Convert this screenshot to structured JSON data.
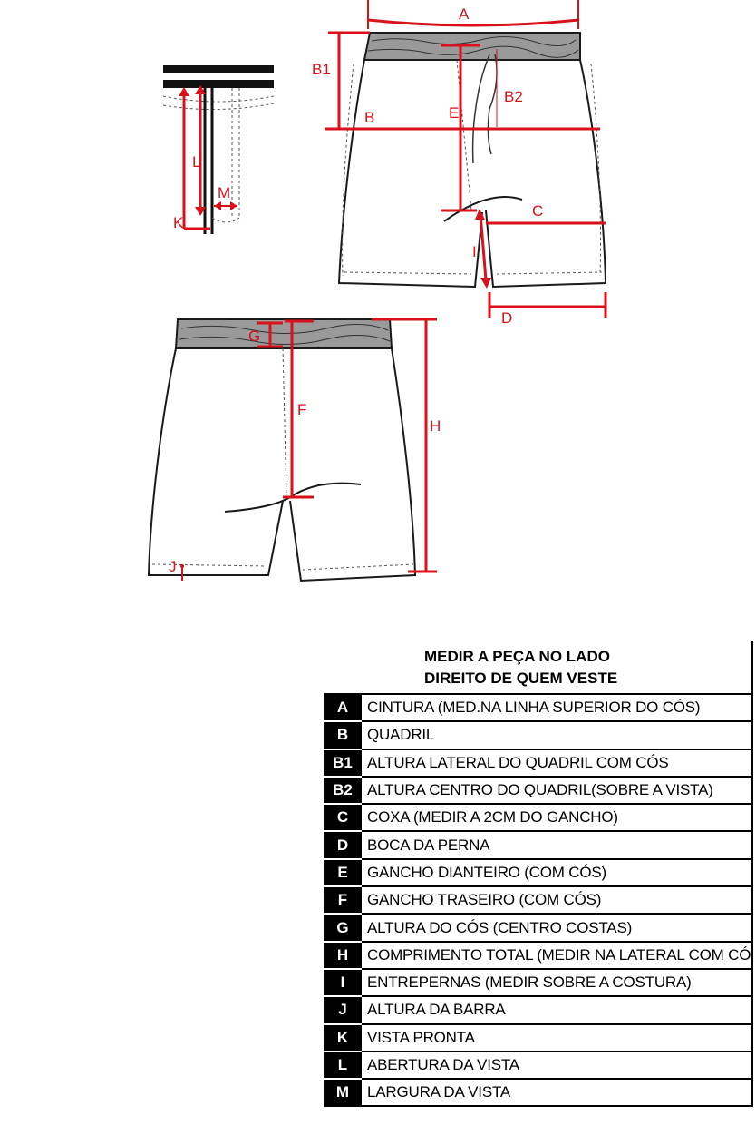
{
  "diagram": {
    "labels": {
      "A": "A",
      "B": "B",
      "B1": "B1",
      "B2": "B2",
      "C": "C",
      "D": "D",
      "E": "E",
      "F": "F",
      "G": "G",
      "H": "H",
      "I": "I",
      "J": "J",
      "K": "K",
      "L": "L",
      "M": "M"
    },
    "colors": {
      "measure_line": "#d8121b",
      "outline": "#1a1a1a",
      "waistband": "#9a9a9a"
    }
  },
  "table": {
    "title_line1": "MEDIR A PEÇA NO LADO",
    "title_line2": "DIREITO DE QUEM VESTE",
    "rows": [
      {
        "code": "A",
        "desc": "CINTURA (MED.NA LINHA SUPERIOR DO CÓS)"
      },
      {
        "code": "B",
        "desc": "QUADRIL"
      },
      {
        "code": "B1",
        "desc": "ALTURA LATERAL DO QUADRIL COM CÓS"
      },
      {
        "code": "B2",
        "desc": "ALTURA CENTRO DO QUADRIL(SOBRE A VISTA)"
      },
      {
        "code": "C",
        "desc": "COXA (MEDIR A 2CM DO GANCHO)"
      },
      {
        "code": "D",
        "desc": "BOCA DA PERNA"
      },
      {
        "code": "E",
        "desc": "GANCHO DIANTEIRO (COM CÓS)"
      },
      {
        "code": "F",
        "desc": "GANCHO TRASEIRO (COM CÓS)"
      },
      {
        "code": "G",
        "desc": "ALTURA DO CÓS (CENTRO COSTAS)"
      },
      {
        "code": "H",
        "desc": "COMPRIMENTO TOTAL (MEDIR NA LATERAL COM CÓS)"
      },
      {
        "code": "I",
        "desc": "ENTREPERNAS (MEDIR SOBRE A COSTURA)"
      },
      {
        "code": "J",
        "desc": "ALTURA DA BARRA"
      },
      {
        "code": "K",
        "desc": "VISTA PRONTA"
      },
      {
        "code": "L",
        "desc": "ABERTURA DA VISTA"
      },
      {
        "code": "M",
        "desc": "LARGURA DA VISTA"
      }
    ]
  }
}
